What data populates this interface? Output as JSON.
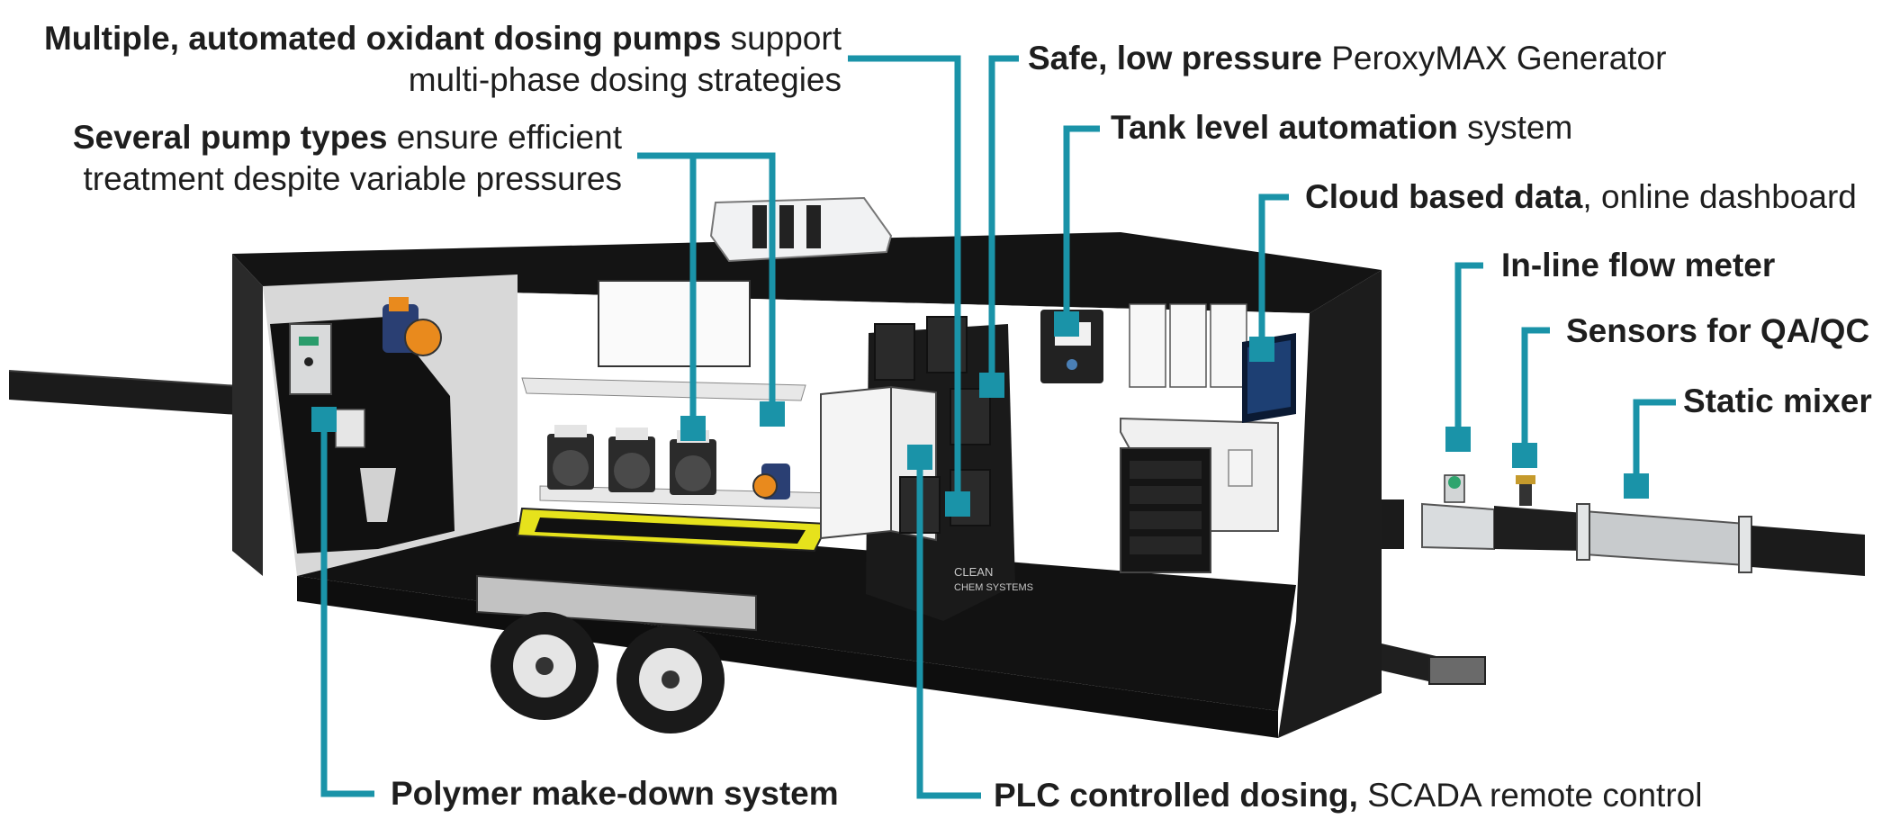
{
  "colors": {
    "leader": "#1a93a8",
    "label_text": "#1e1e1e",
    "trailer_body": "#151515",
    "interior_wall": "#ffffff",
    "yellow_trough": "#e6e21c",
    "pump_orange": "#e98a1d",
    "pump_blue": "#2a3f73",
    "hose": "#1b1b1b"
  },
  "labels": {
    "oxidant": {
      "bold": "Multiple, automated oxidant dosing pumps",
      "rest": " support",
      "line2": "multi-phase dosing strategies"
    },
    "pump_types": {
      "bold": "Several pump types",
      "rest": " ensure efficient",
      "line2": "treatment despite variable pressures"
    },
    "peroxymax": {
      "bold": "Safe, low pressure",
      "rest": " PeroxyMAX Generator"
    },
    "tank_level": {
      "bold": "Tank level automation",
      "rest": " system"
    },
    "cloud": {
      "bold": "Cloud based data",
      "rest": ", online dashboard"
    },
    "flow_meter": {
      "bold": "In-line flow meter",
      "rest": ""
    },
    "sensors": {
      "bold": "Sensors for QA/QC",
      "rest": ""
    },
    "mixer": {
      "bold": "Static mixer",
      "rest": ""
    },
    "polymer": {
      "bold": "Polymer make-down system",
      "rest": ""
    },
    "plc": {
      "bold": "PLC controlled dosing,",
      "rest": " SCADA remote control"
    }
  },
  "trailer_logo": {
    "line1": "CLEAN",
    "line2": "CHEM SYSTEMS"
  },
  "icons": {
    "air_conditioner": "rooftop-ac-unit-icon",
    "pump": "peristaltic-pump-icon",
    "metering_pump": "metering-pump-icon",
    "monitor": "monitor-icon",
    "wheel": "trailer-wheel-icon"
  }
}
